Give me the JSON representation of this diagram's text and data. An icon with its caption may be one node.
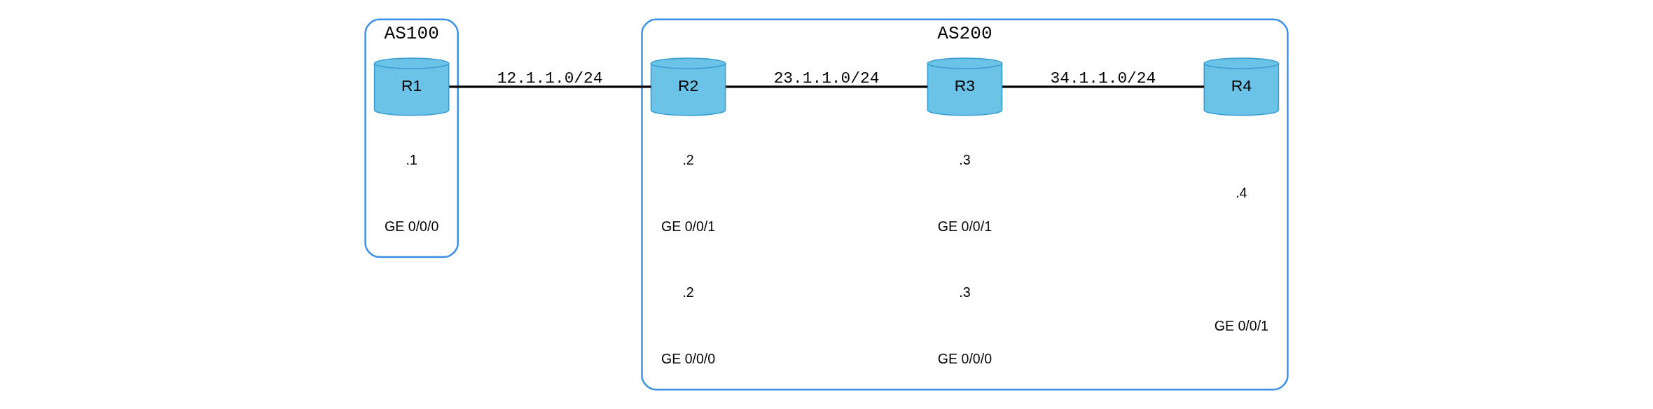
{
  "diagram": {
    "nodes": [
      {
        "text": [
          "AS100"
        ]
      },
      {
        "text": [
          "R1"
        ],
        "in": 0
      },
      {
        "text": [
          "AS200"
        ]
      },
      {
        "text": [
          "R2"
        ],
        "in": 2
      },
      {
        "text": [
          "R3"
        ],
        "in": 2
      },
      {
        "text": [
          "R4"
        ],
        "in": 2
      }
    ],
    "edges": [
      {
        "from": 1,
        "to": 3,
        "arrow": "none",
        "label": "12.1.1.0/24"
      },
      {
        "from": 3,
        "to": 4,
        "arrow": "none",
        "label": "23.1.1.0/24"
      },
      {
        "from": 4,
        "to": 5,
        "arrow": "none",
        "label": "34.1.1.0/24"
      }
    ],
    "labels": [
      ".1",
      "GE 0/0/0",
      ".2",
      "GE 0/0/1",
      ".2",
      "GE 0/0/0",
      ".3",
      "GE 0/0/1",
      ".3",
      "GE 0/0/0",
      ".4",
      "GE 0/0/1"
    ]
  }
}
